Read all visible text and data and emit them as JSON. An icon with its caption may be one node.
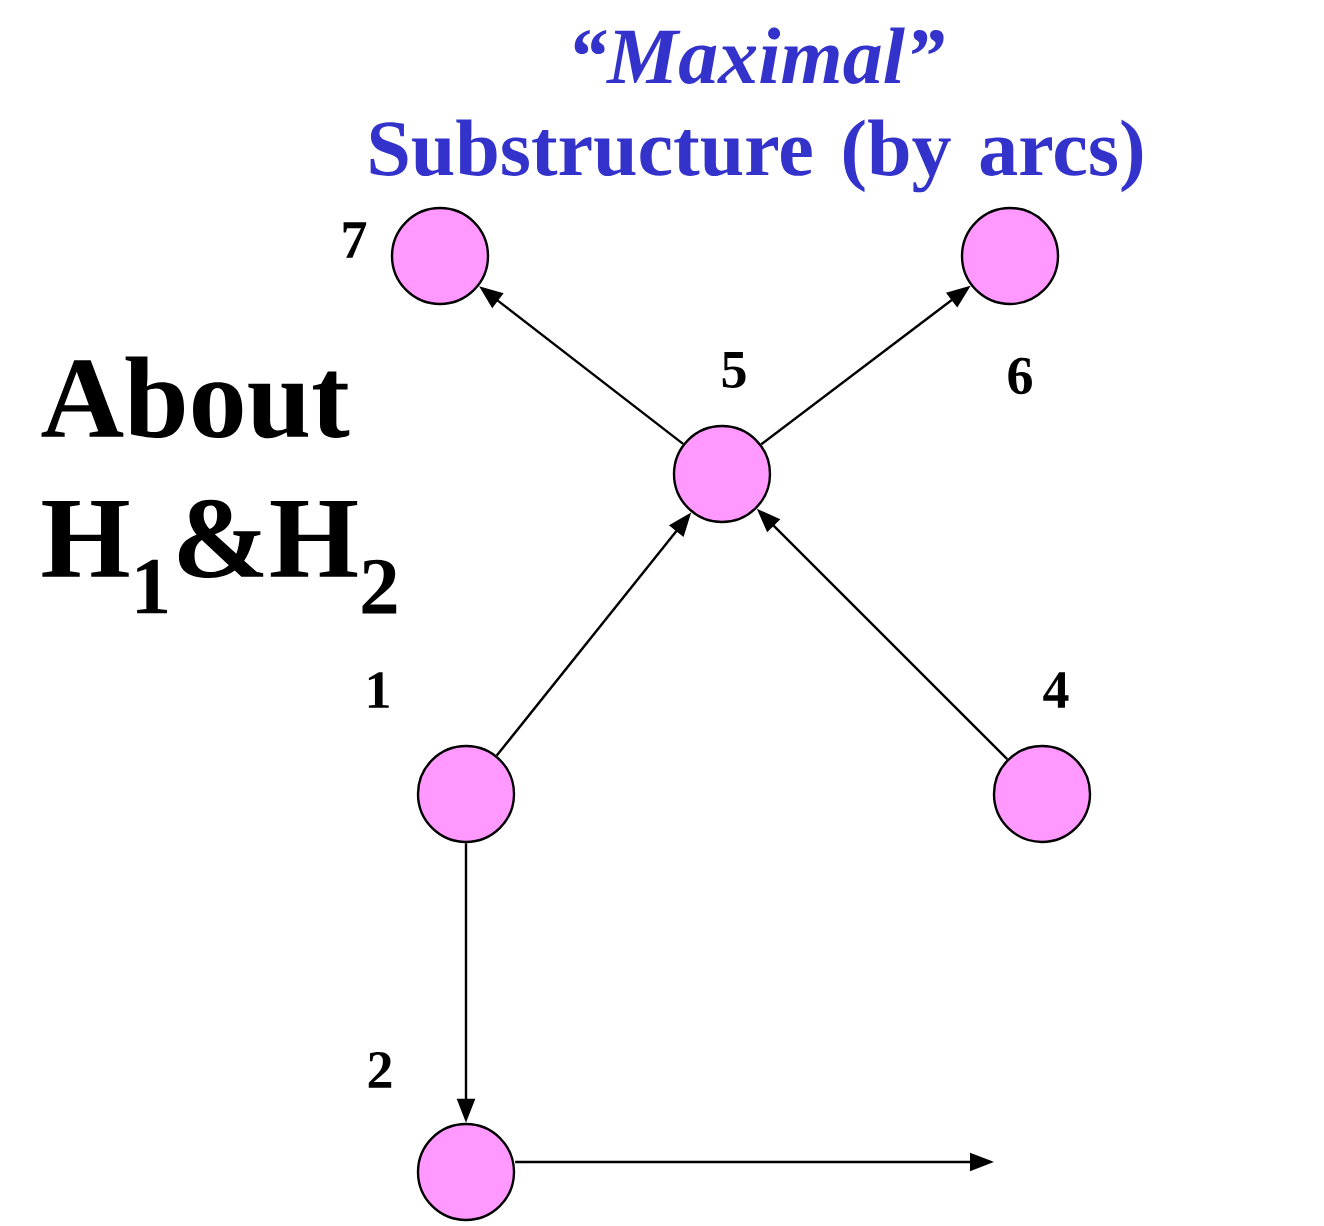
{
  "diagram": {
    "title": "*“Maximal”* Substructure (by arcs)",
    "nodes": [
      {
        "text": [],
        "shape": "circle",
        "beside": [
          "7"
        ]
      },
      {
        "text": [],
        "shape": "circle",
        "beside": [
          "6"
        ]
      },
      {
        "text": [],
        "shape": "circle",
        "beside": [
          "5"
        ]
      },
      {
        "text": [],
        "shape": "circle",
        "beside": [
          "1"
        ]
      },
      {
        "text": [],
        "shape": "circle",
        "beside": [
          "4"
        ]
      },
      {
        "text": [],
        "shape": "circle",
        "beside": [
          "2"
        ]
      }
    ],
    "edges": [
      {
        "from": 2,
        "to": 0,
        "arrow": "to"
      },
      {
        "from": 2,
        "to": 1,
        "arrow": "to"
      },
      {
        "from": 3,
        "to": 2,
        "arrow": "to"
      },
      {
        "from": 4,
        "to": 2,
        "arrow": "to"
      },
      {
        "from": 3,
        "to": 5,
        "arrow": "to"
      },
      {
        "from": 5,
        "to": null,
        "arrow": "to"
      }
    ],
    "labels": [
      "About H$_{1}$&H$_{2}$"
    ]
  }
}
